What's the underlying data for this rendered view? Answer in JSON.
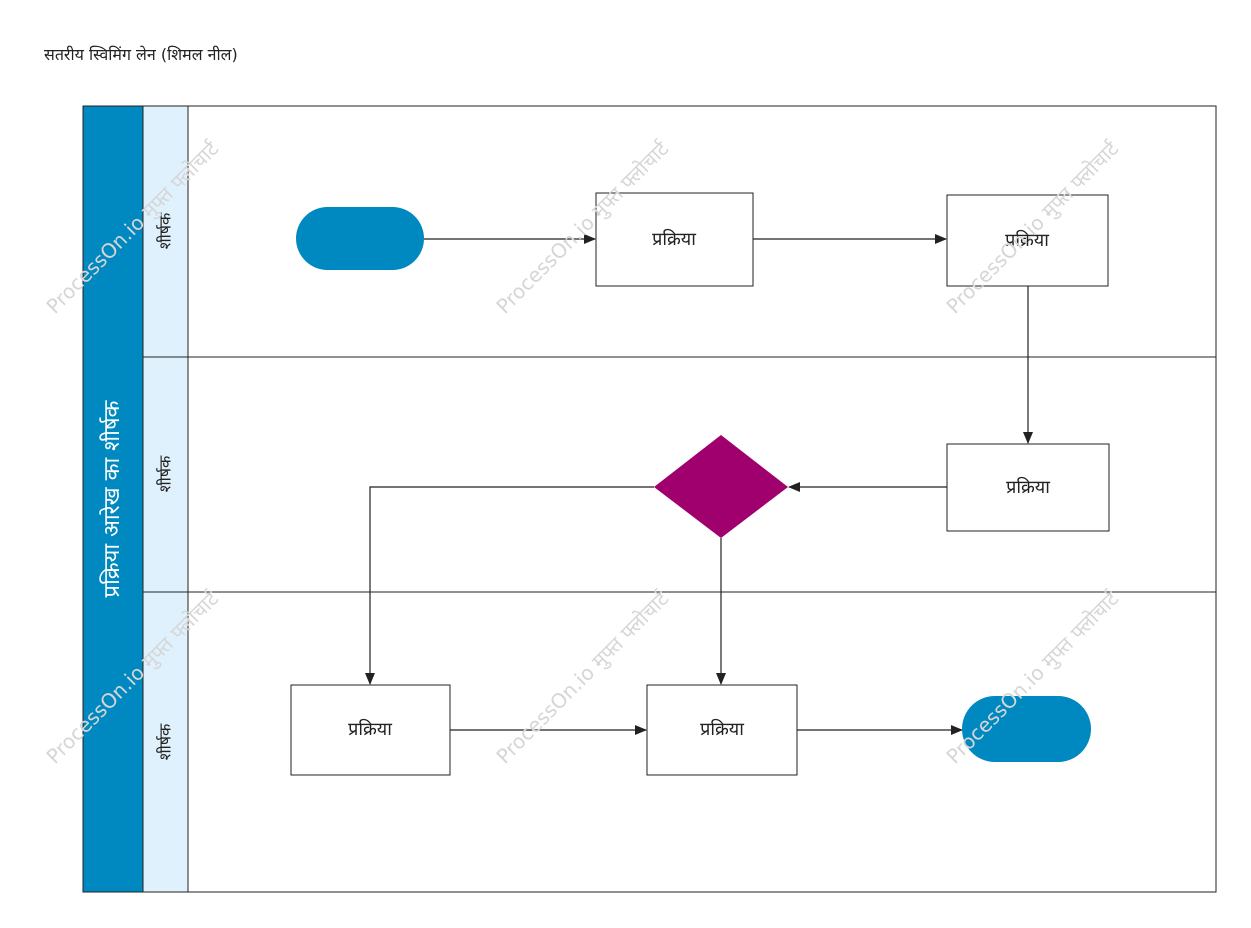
{
  "title": "सतरीय स्विमिंग लेन (शिमल नील)",
  "pool": {
    "label": "प्रक्रिया आरेख का शीर्षक",
    "lanes": [
      {
        "label": "शीर्षक"
      },
      {
        "label": "शीर्षक"
      },
      {
        "label": "शीर्षक"
      }
    ]
  },
  "nodes": {
    "start": "",
    "process_1": "प्रक्रिया",
    "process_2": "प्रक्रिया",
    "process_3": "प्रक्रिया",
    "decision": "",
    "process_4": "प्रक्रिया",
    "process_5": "प्रक्रिया",
    "end": ""
  },
  "watermark": "ProcessOn.io मुफ्त फ्लोचार्ट",
  "colors": {
    "pool_header": "#0088c0",
    "lane_header": "#dff1fc",
    "terminal": "#0088c0",
    "decision": "#a0006e",
    "line": "#222222",
    "watermark": "#d6d6d6"
  }
}
